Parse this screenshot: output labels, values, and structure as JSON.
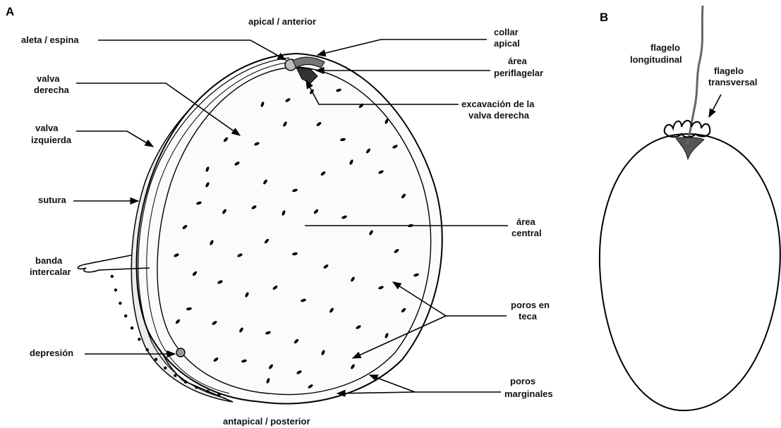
{
  "panels": {
    "a": "A",
    "b": "B"
  },
  "labels_a": {
    "apical": "apical / anterior",
    "antapical": "antapical / posterior",
    "aleta": "aleta / espina",
    "valva_derecha": [
      "valva",
      "derecha"
    ],
    "valva_izquierda": [
      "valva",
      "izquierda"
    ],
    "sutura": "sutura",
    "banda": [
      "banda",
      "intercalar"
    ],
    "depresion": "depresión",
    "collar": [
      "collar",
      "apical"
    ],
    "periflagelar": [
      "área",
      "periflagelar"
    ],
    "excavacion": [
      "excavación de la",
      "valva derecha"
    ],
    "area_central": [
      "área",
      "central"
    ],
    "poros_teca": [
      "poros en",
      "teca"
    ],
    "poros_marginales": [
      "poros",
      "marginales"
    ]
  },
  "labels_b": {
    "flagelo_long": [
      "flagelo",
      "longitudinal"
    ],
    "flagelo_trans": [
      "flagelo",
      "transversal"
    ]
  },
  "colors": {
    "ink": "#111111",
    "background": "#ffffff"
  }
}
